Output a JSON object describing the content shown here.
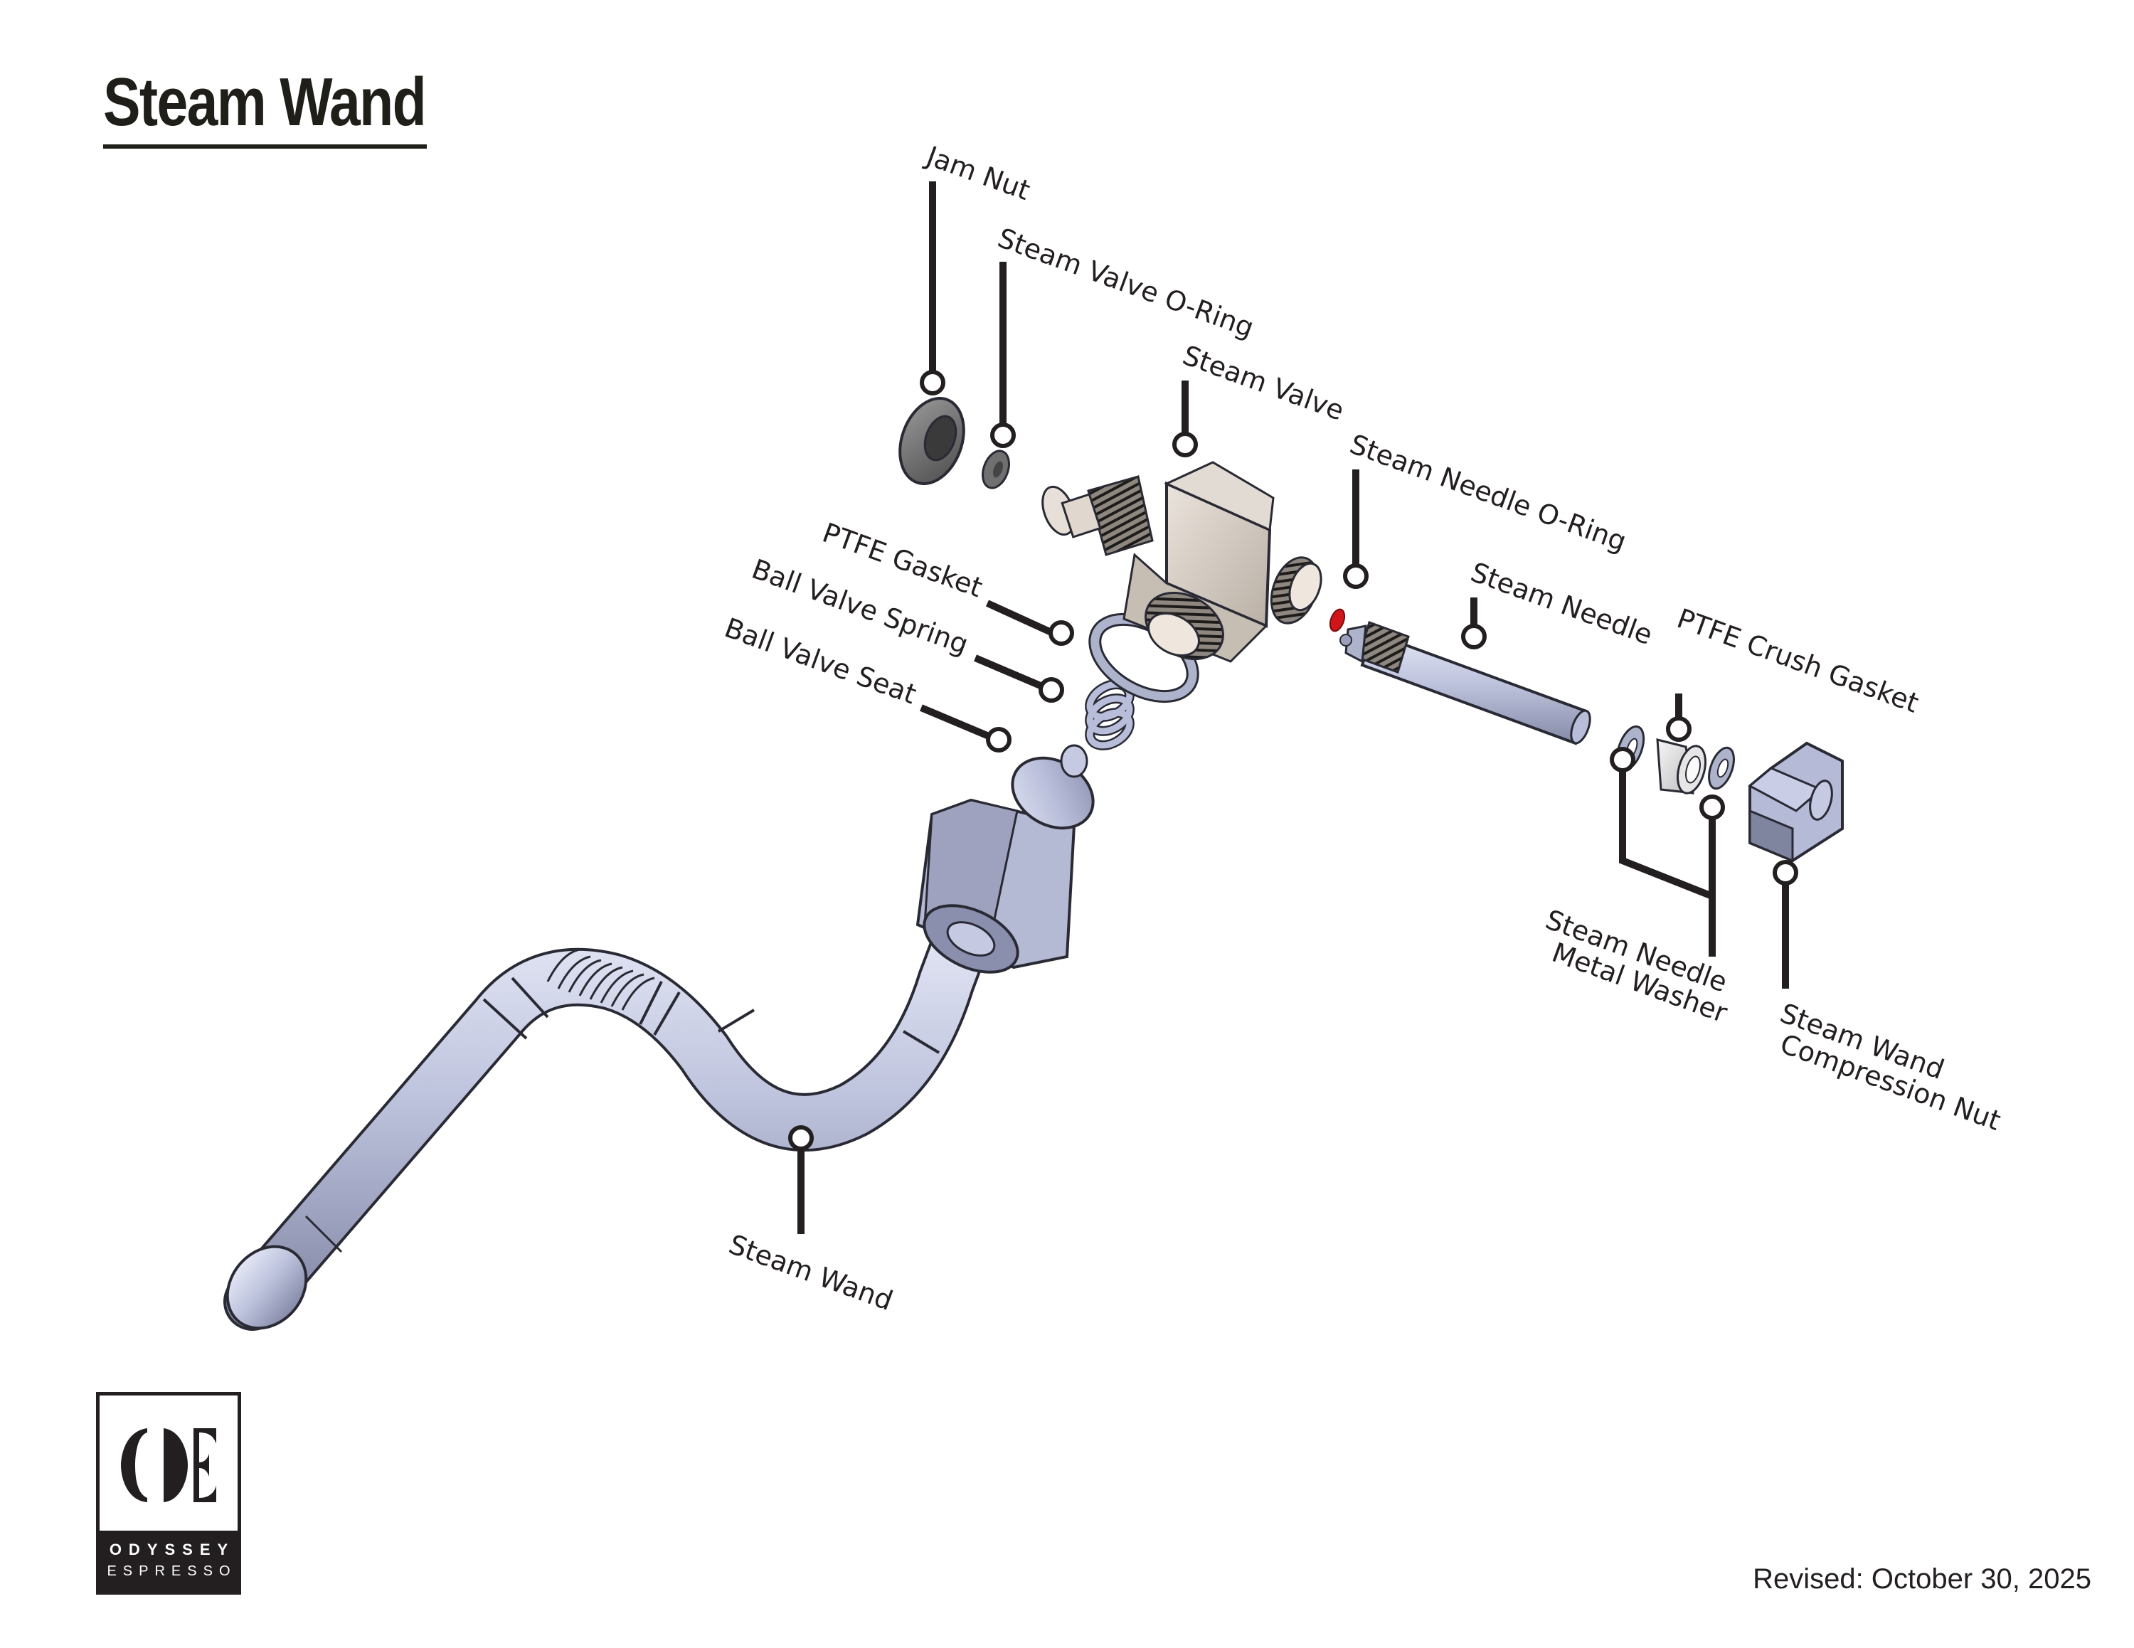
{
  "header": {
    "title": "Steam Wand"
  },
  "parts": [
    {
      "id": "jam-nut",
      "label": "Jam Nut"
    },
    {
      "id": "steam-valve-o-ring",
      "label": "Steam Valve O-Ring"
    },
    {
      "id": "steam-valve",
      "label": "Steam Valve"
    },
    {
      "id": "steam-needle-o-ring",
      "label": "Steam Needle O-Ring"
    },
    {
      "id": "steam-needle",
      "label": "Steam Needle"
    },
    {
      "id": "ptfe-crush-gasket",
      "label": "PTFE Crush Gasket"
    },
    {
      "id": "ptfe-gasket",
      "label": "PTFE Gasket"
    },
    {
      "id": "ball-valve-spring",
      "label": "Ball Valve Spring"
    },
    {
      "id": "ball-valve-seat",
      "label": "Ball Valve Seat"
    },
    {
      "id": "steam-needle-metal-washer",
      "label_line1": "Steam Needle",
      "label_line2": "Metal Washer"
    },
    {
      "id": "steam-wand-compression-nut",
      "label_line1": "Steam Wand",
      "label_line2": "Compression Nut"
    },
    {
      "id": "steam-wand",
      "label": "Steam Wand"
    }
  ],
  "colors": {
    "ink": "#231f20",
    "valve_body": "#d8cfc6",
    "steel_blue": "#b8bdd9",
    "rubber_dark": "#6f6f6f",
    "o_ring_red": "#d0161b",
    "ptfe_white": "#e6e6e6"
  },
  "logo": {
    "monogram": "OE",
    "line1": "ODYSSEY",
    "line2": "ESPRESSO"
  },
  "footer": {
    "revised": "Revised: October 30, 2025"
  }
}
